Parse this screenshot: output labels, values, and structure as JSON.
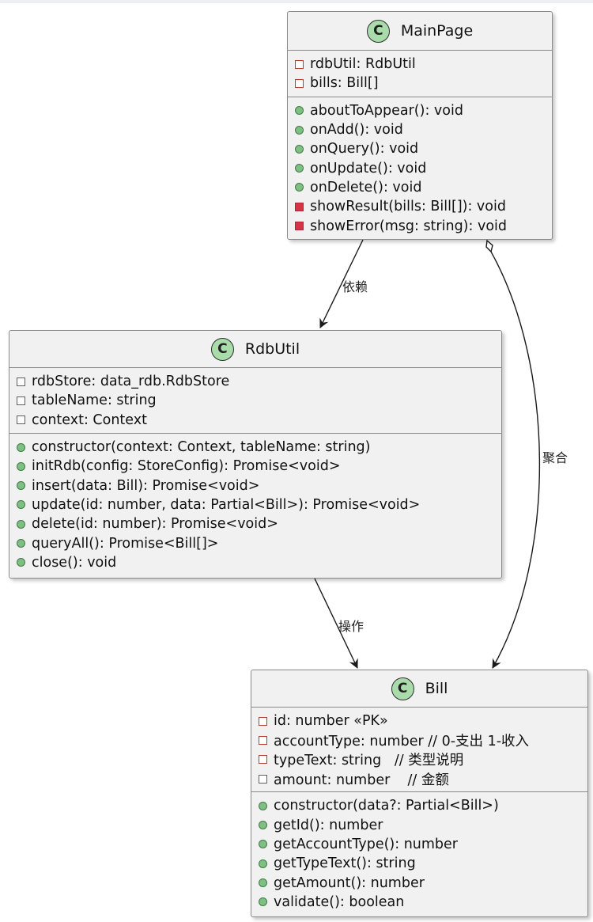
{
  "classes": {
    "mainpage": {
      "icon": "C",
      "name": "MainPage",
      "fields": [
        {
          "vis": "private",
          "text": "rdbUtil: RdbUtil"
        },
        {
          "vis": "private",
          "text": "bills: Bill[]"
        }
      ],
      "methods": [
        {
          "vis": "public",
          "text": "aboutToAppear(): void"
        },
        {
          "vis": "public",
          "text": "onAdd(): void"
        },
        {
          "vis": "public",
          "text": "onQuery(): void"
        },
        {
          "vis": "public",
          "text": "onUpdate(): void"
        },
        {
          "vis": "public",
          "text": "onDelete(): void"
        },
        {
          "vis": "private-method",
          "text": "showResult(bills: Bill[]): void"
        },
        {
          "vis": "private-method",
          "text": "showError(msg: string): void"
        }
      ]
    },
    "rdbutil": {
      "icon": "C",
      "name": "RdbUtil",
      "fields": [
        {
          "vis": "private",
          "text": "rdbStore: data_rdb.RdbStore"
        },
        {
          "vis": "private",
          "text": "tableName: string"
        },
        {
          "vis": "private",
          "text": "context: Context"
        }
      ],
      "methods": [
        {
          "vis": "public",
          "text": "constructor(context: Context, tableName: string)"
        },
        {
          "vis": "public",
          "text": "initRdb(config: StoreConfig): Promise<void>"
        },
        {
          "vis": "public",
          "text": "insert(data: Bill): Promise<void>"
        },
        {
          "vis": "public",
          "text": "update(id: number, data: Partial<Bill>): Promise<void>"
        },
        {
          "vis": "public",
          "text": "delete(id: number): Promise<void>"
        },
        {
          "vis": "public",
          "text": "queryAll(): Promise<Bill[]>"
        },
        {
          "vis": "public",
          "text": "close(): void"
        }
      ]
    },
    "bill": {
      "icon": "C",
      "name": "Bill",
      "fields": [
        {
          "vis": "private",
          "text": "id: number «PK»"
        },
        {
          "vis": "private",
          "text": "accountType: number // 0-支出 1-收入"
        },
        {
          "vis": "private",
          "text": "typeText: string   // 类型说明"
        },
        {
          "vis": "private",
          "text": "amount: number    // 金额"
        }
      ],
      "methods": [
        {
          "vis": "public",
          "text": "constructor(data?: Partial<Bill>)"
        },
        {
          "vis": "public",
          "text": "getId(): number"
        },
        {
          "vis": "public",
          "text": "getAccountType(): number"
        },
        {
          "vis": "public",
          "text": "getTypeText(): string"
        },
        {
          "vis": "public",
          "text": "getAmount(): number"
        },
        {
          "vis": "public",
          "text": "validate(): boolean"
        }
      ]
    }
  },
  "relations": {
    "depends": {
      "from": "MainPage",
      "to": "RdbUtil",
      "label": "依赖",
      "kind": "dependency"
    },
    "aggregates": {
      "from": "MainPage",
      "to": "Bill",
      "label": "聚合",
      "kind": "aggregation"
    },
    "operates": {
      "from": "RdbUtil",
      "to": "Bill",
      "label": "操作",
      "kind": "dependency"
    }
  }
}
